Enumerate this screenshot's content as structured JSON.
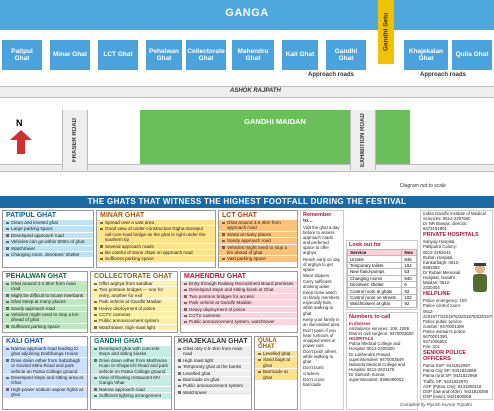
{
  "map": {
    "river": "GANGA",
    "setu": "Gandhi Setu",
    "ghats": [
      {
        "label": "Patipul Ghat"
      },
      {
        "label": "Minar Ghat"
      },
      {
        "label": "LCT Ghat"
      },
      {
        "label": "Pehalwan Ghat"
      },
      {
        "label": "Collectorate Ghat"
      },
      {
        "label": "Mahendru Ghat"
      },
      {
        "label": "Kali Ghat"
      },
      {
        "label": "Gandhi Ghat"
      },
      {
        "label": "Khajekalan Ghat"
      },
      {
        "label": "Quila Ghat"
      }
    ],
    "approach_label": "Approach roads",
    "road_top": "ASHOK RAJPATH",
    "maidan": "GANDHI MAIDAN",
    "north": "N",
    "road_left": "FRASER ROAD",
    "road_right": "EXHIBITION ROAD",
    "scale_note": "Diagram not to scale",
    "colors": {
      "river": "#4fa8dc",
      "ghat": "#4aa3dd",
      "maidan": "#6bbf5a",
      "banner": "#1a6aa5",
      "arrow": "#d32f2f"
    }
  },
  "banner": "THE GHATS THAT WITNESS THE HIGHEST FOOTFALL DURING THE FESTIVAL",
  "row1": [
    {
      "title": "PATIPUL GHAT",
      "items": [
        "Clean and leveled ghat",
        "Large parking space",
        "Developed approach road",
        "Vehicles can go within 500m of ghat",
        "Watchtower",
        "Changing room, devotees' shelter"
      ]
    },
    {
      "title": "MINAR GHAT",
      "items": [
        "Spread over a vast area",
        "Good view of under-construction Digha-Sonepur rail-cum-road bridge as the ghat is right under the southern tip",
        "Several approach roads",
        "Be careful of stone chips on approach road",
        "Sufficient parking space"
      ]
    },
    {
      "title": "LCT GHAT",
      "items": [
        "Ghat around 3.5-4km from approach road",
        "Steep at many places",
        "Sandy approach road",
        "Vehicles might need to stop a km ahead of ghat",
        "Vast parking space"
      ]
    }
  ],
  "row2": [
    {
      "title": "PEHALWAN GHAT",
      "items": [
        "Ghat around 2-2.5km from main road",
        "Might be difficult to locate riverbank",
        "Ghat steep at many places",
        "Sandy approach road",
        "Vehicles might need to stop a km ahead of ghat",
        "Sufficient parking space"
      ]
    },
    {
      "title": "COLLECTORATE GHAT",
      "items": [
        "Offer arghya from sandbar",
        "Two pontoon bridges — one for entry, another for exit",
        "Park vehicle at Gandhi Maidan",
        "Heavy deployment of police",
        "CCTV cameras",
        "Public announcement system",
        "Watchtower, high-mast light"
      ]
    },
    {
      "title": "MAHENDRU GHAT",
      "items": [
        "Entry through Railway Recruitment Board premises",
        "Developed steps and sitting kiosk at Ghat",
        "Two pontoon bridges for access",
        "Park vehicle at Gandhi Maidan",
        "Heavy deployment of police",
        "CCTV cameras",
        "Public announcement system, watchtower"
      ]
    }
  ],
  "row3": [
    {
      "title": "KALI GHAT",
      "items": [
        "Narrow approach road leading to ghat adjoining Darbhanga House",
        "Drive down either from Sabzibagh or Govind Mitra Road and park vehicle on Patna College ground",
        "Developed steps and sitting area at Ghat",
        "High-power sodium vapour lights at ghat"
      ]
    },
    {
      "title": "GANDHI GHAT",
      "items": [
        "Developed ghat with concrete steps and sitting kiosks",
        "Drive down either from Mahhania Kuan or Khajanchi Road and park vehicle on Patna College ground",
        "View of floating restaurant MV Ganga Vihar",
        "Narrow approach road",
        "Sufficient lighting arrangement"
      ]
    },
    {
      "title": "KHAJEKALAN GHAT",
      "items": [
        "Ghat only 0.5-1km from main road",
        "High mast light",
        "Temporary ghat at the banks",
        "Levelled ghat",
        "Barricade on ghat",
        "Public announcement system",
        "Watchtower"
      ]
    },
    {
      "title": "QUILA GHAT",
      "items": [
        "Levelled ghat",
        "Sand bags at ghat",
        "Barricade at ghat"
      ]
    }
  ],
  "remember": {
    "title": "Remember to...",
    "items": [
      "Visit the ghat a day before to assess approach roads and preferred space to offer arghya",
      "Reach early on day of arghya to get space",
      "Wear slippers",
      "Carry sufficient drinking water",
      "Keep close watch on family members, especially kids, while walking to ghat",
      "Keep your family in an illuminated area",
      "Don't panic if you hear rumours of snapped wires or power cuts",
      "Don't push others while walking to ghat",
      "Don't burst crackers",
      "Don't cross barricade"
    ]
  },
  "lookout": {
    "title": "Look out for",
    "headers": [
      "Service",
      "Nos"
    ],
    "rows": [
      [
        "Urinals",
        "846"
      ],
      [
        "Temporary toilets",
        "164"
      ],
      [
        "New hand-pumps",
        "53"
      ],
      [
        "Changing rooms",
        "840"
      ],
      [
        "Devotees' shelter",
        "6"
      ],
      [
        "Control room at ghats",
        "92"
      ],
      [
        "Control room on streets",
        "102"
      ],
      [
        "Watchtowers at ghat",
        "92"
      ]
    ]
  },
  "numbers": {
    "title": "Numbers to call",
    "lines": [
      "In distress",
      "Ambulance services: 108, 1099",
      "District civil surgeon: 9470003600",
      "HOSPITALS",
      "Patna Medical College and Hospital: 0612-2300320",
      "Dr Lakhendra Prasad, superintendent: 9470003549",
      "Nalanda Medical College and Hospital: 0612-2631175",
      "Dr Santosh Kumar, superintendent: 9386380002"
    ]
  },
  "right_col": [
    {
      "kind": "text",
      "lines": [
        "Indira Gandhi Institute of Medical Sciences: 0612-2297660",
        "Dr NR Biswas, director: 9473191801"
      ]
    },
    {
      "kind": "head",
      "text": "PRIVATE HOSPITALS"
    },
    {
      "kind": "text",
      "lines": [
        "Sahyog Hospital, Patliputra Colony: 0612-2262642",
        "Ruban Hospital, Kankarbagh: 0612-6993382",
        "Dr Ruban Memorial Hospital, Gandhi Maidan: 0612-2320404"
      ]
    },
    {
      "kind": "head",
      "text": "HELPLINE"
    },
    {
      "kind": "text",
      "lines": [
        "Police emergency: 100",
        "Police control room: 0612-2201977/2201976/2201978/2201979",
        "Police public service number: 9470001389",
        "Police woman's police: 9470001390, 9471006502",
        "Fire: 101"
      ]
    },
    {
      "kind": "head",
      "text": "SENIOR POLICE OFFICERS"
    },
    {
      "kind": "text",
      "lines": [
        "Patna SSP: 9431822967",
        "Patna City SP: 9431822969",
        "Patna rural SP: 9431822968",
        "Traffic SP: 9431822970",
        "ASP (Patna City): 9431800118",
        "DSP (law and order): 9431818398",
        "DSP (town): 9431800069"
      ]
    }
  ],
  "credit": "Compiled by Piyush Kumar Tripathi"
}
